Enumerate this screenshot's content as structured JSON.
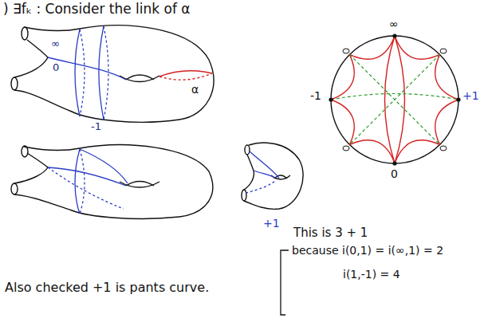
{
  "diagram": {
    "labels": [
      ") ∃fₖ : Consider the link of α",
      "∞",
      "0",
      "-1",
      "α",
      "-1",
      "+1",
      "∞",
      "0",
      "+1",
      "This is 3 + 1",
      "because i(0,1) = i(∞,1) = 2",
      "i(1,-1) = 4",
      "Also checked +1 is pants curve."
    ]
  }
}
